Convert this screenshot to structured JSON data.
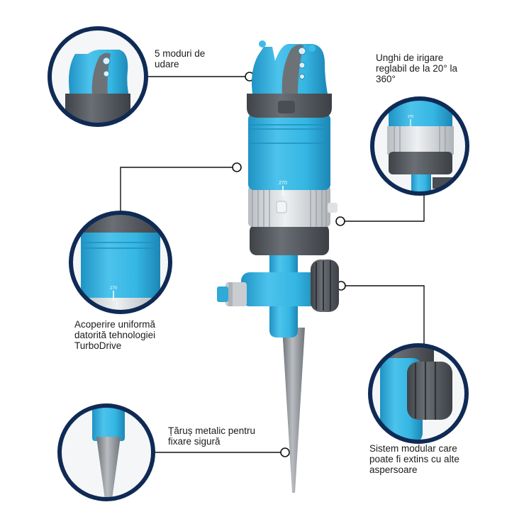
{
  "colors": {
    "navy_ring": "#0f2a55",
    "aqua": "#35b6e3",
    "aqua_dark": "#1f93c4",
    "grey_dark": "#55595e",
    "grey_light": "#d5d8db",
    "metal": "#8c9196"
  },
  "product": {
    "scale_mark": "270"
  },
  "callouts": {
    "modes": {
      "lines": [
        "5 moduri de",
        "udare"
      ]
    },
    "angle": {
      "lines": [
        "Unghi de irigare",
        "reglabil de la 20° la",
        "360°"
      ]
    },
    "cover": {
      "lines": [
        "Acoperire uniformă",
        "datorită tehnologiei",
        "TurboDrive"
      ]
    },
    "stake": {
      "lines": [
        "Țăruș metalic pentru",
        "fixare sigură"
      ]
    },
    "modular": {
      "lines": [
        "Sistem modular care",
        "poate fi extins cu alte",
        "aspersoare"
      ]
    }
  }
}
